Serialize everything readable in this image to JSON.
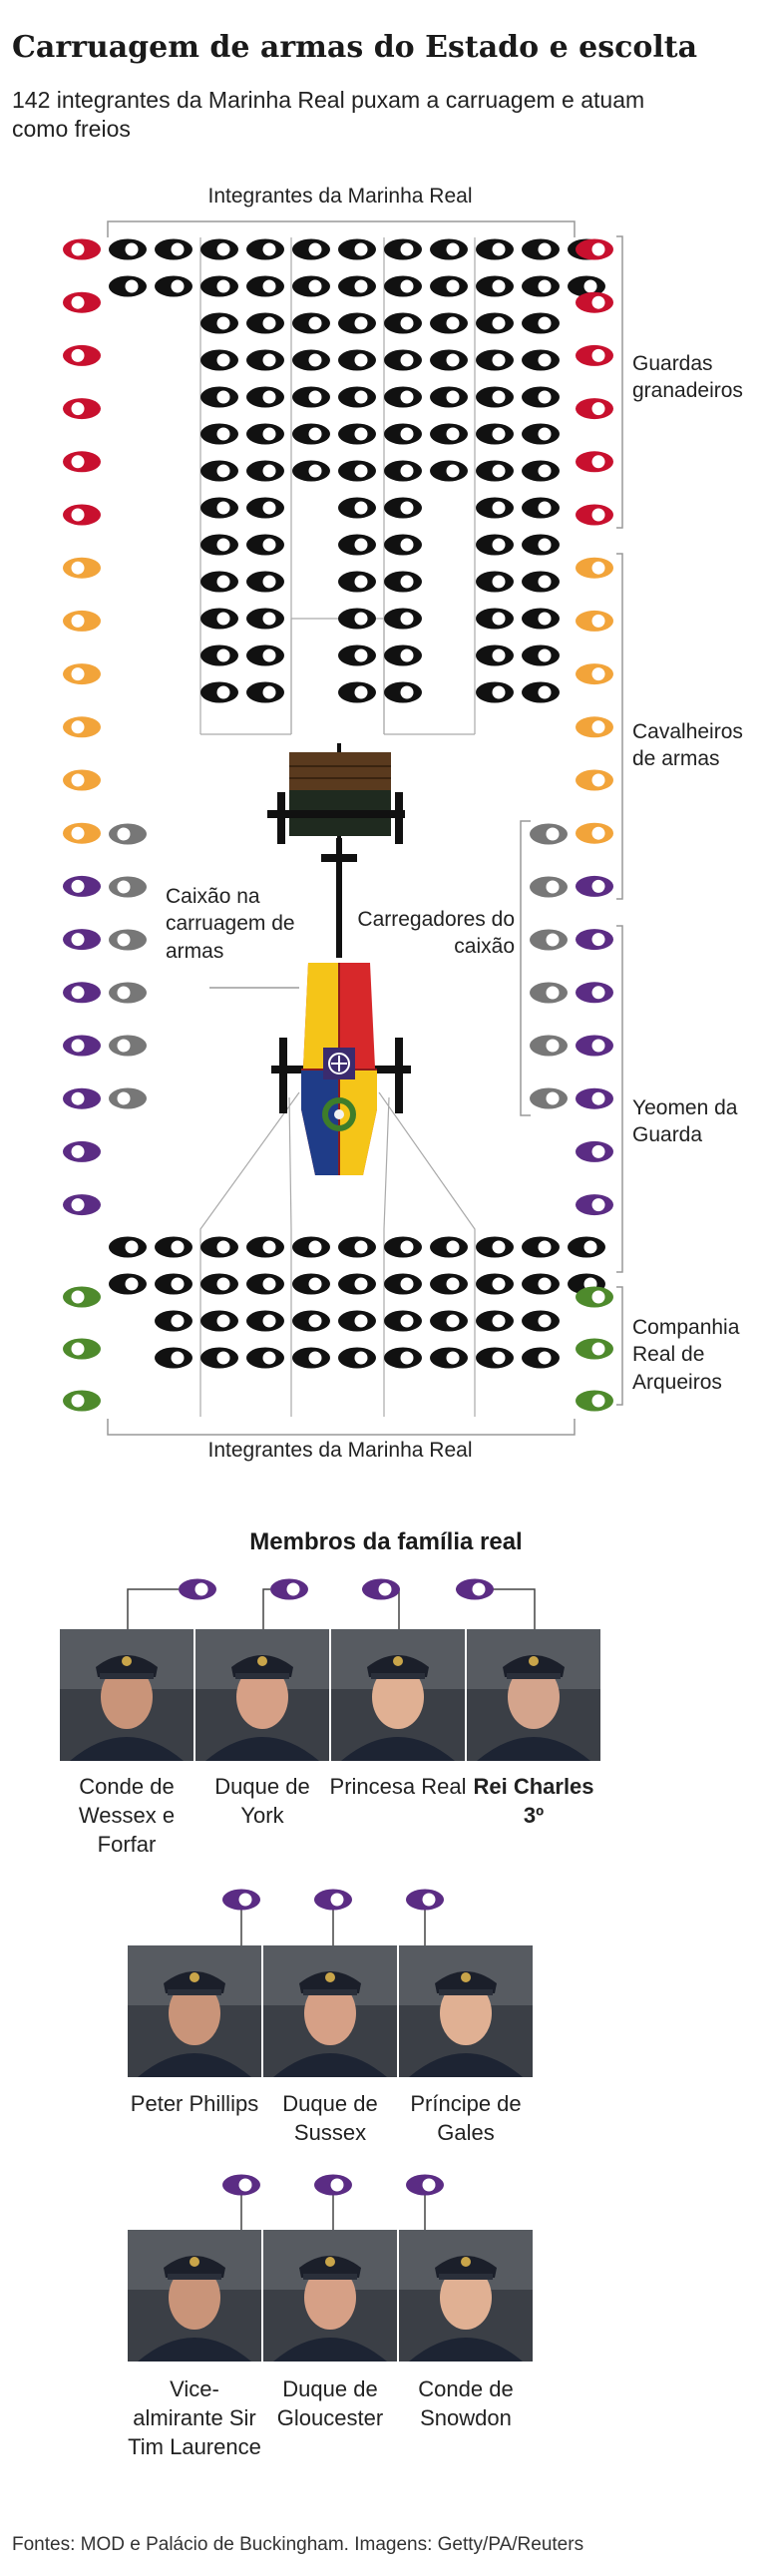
{
  "title": "Carruagem de armas do Estado e escolta",
  "subtitle": "142 integrantes da Marinha Real puxam a carruagem e atuam como freios",
  "diagram": {
    "navy_label_top": "Integrantes da Marinha Real",
    "navy_label_bottom": "Integrantes da Marinha Real",
    "groups": [
      {
        "label": "Guardas granadeiros",
        "color": "#c8102e"
      },
      {
        "label": "Cavalheiros de armas",
        "color": "#f2a43a"
      },
      {
        "label": "Carregadores do caixão",
        "color": "#777777"
      },
      {
        "label": "Yeomen da Guarda",
        "color": "#5b2c84"
      },
      {
        "label": "Companhia Real de Arqueiros",
        "color": "#4e8a2c"
      }
    ],
    "coffin_label": "Caixão na carruagem de armas",
    "sailor_color": "#111111"
  },
  "royal_section_title": "Membros da família real",
  "royals": {
    "row1": [
      {
        "name": "Conde de Wessex e Forfar",
        "bold": false
      },
      {
        "name": "Duque de York",
        "bold": false
      },
      {
        "name": "Princesa Real",
        "bold": false
      },
      {
        "name": "Rei Charles 3º",
        "bold": true
      }
    ],
    "row2": [
      {
        "name": "Peter Phillips",
        "bold": false
      },
      {
        "name": "Duque de Sussex",
        "bold": false
      },
      {
        "name": "Príncipe de Gales",
        "bold": false
      }
    ],
    "row3": [
      {
        "name": "Vice-almirante Sir Tim Laurence",
        "bold": false
      },
      {
        "name": "Duque de Gloucester",
        "bold": false
      },
      {
        "name": "Conde de Snowdon",
        "bold": false
      }
    ],
    "marker_color": "#5b2c84"
  },
  "footer": "Fontes: MOD e Palácio de Buckingham. Imagens: Getty/PA/Reuters"
}
